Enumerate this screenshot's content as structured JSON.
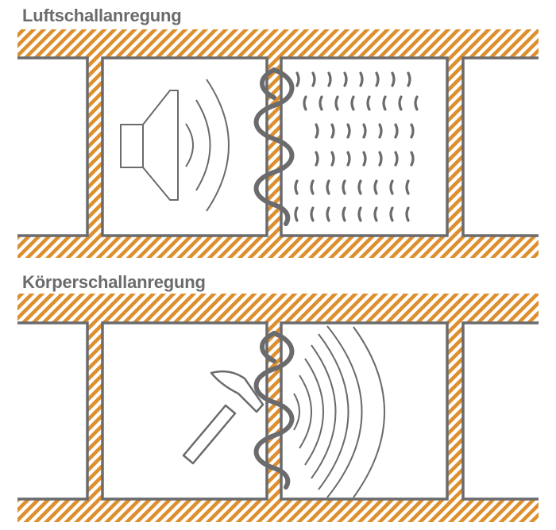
{
  "panels": [
    {
      "title": "Luftschallanregung",
      "source": "loudspeaker-icon",
      "emission": "airborne-sound-waves",
      "receiving_room": "scattered-sound-field"
    },
    {
      "title": "Körperschallanregung",
      "source": "hammer-icon",
      "emission": "impact-on-wall",
      "receiving_room": "radiated-sound-waves"
    }
  ],
  "colors": {
    "hatch_stripe": "#dd8f2e",
    "hatch_background": "#ffffff",
    "outline": "#6b6b6d",
    "title": "#6b6b6d"
  }
}
